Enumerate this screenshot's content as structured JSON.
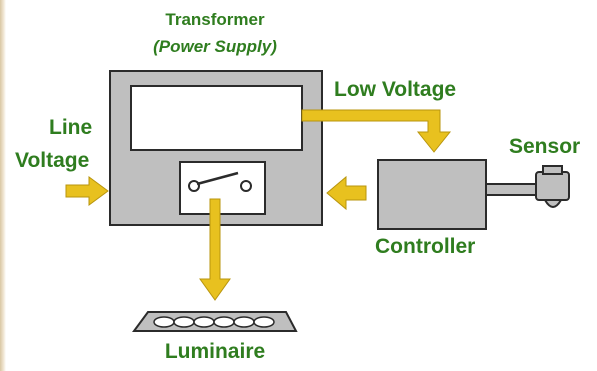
{
  "labels": {
    "transformer": "Transformer",
    "power_supply": "(Power Supply)",
    "low_voltage": "Low Voltage",
    "line_voltage_line1": "Line",
    "line_voltage_line2": "Voltage",
    "sensor": "Sensor",
    "controller": "Controller",
    "luminaire": "Luminaire"
  },
  "colors": {
    "label_green": "#2f7d1f",
    "arrow_yellow": "#e8c11f",
    "box_gray": "#bfbfbf",
    "outline": "#2b2b2b",
    "panel_white": "#ffffff"
  }
}
